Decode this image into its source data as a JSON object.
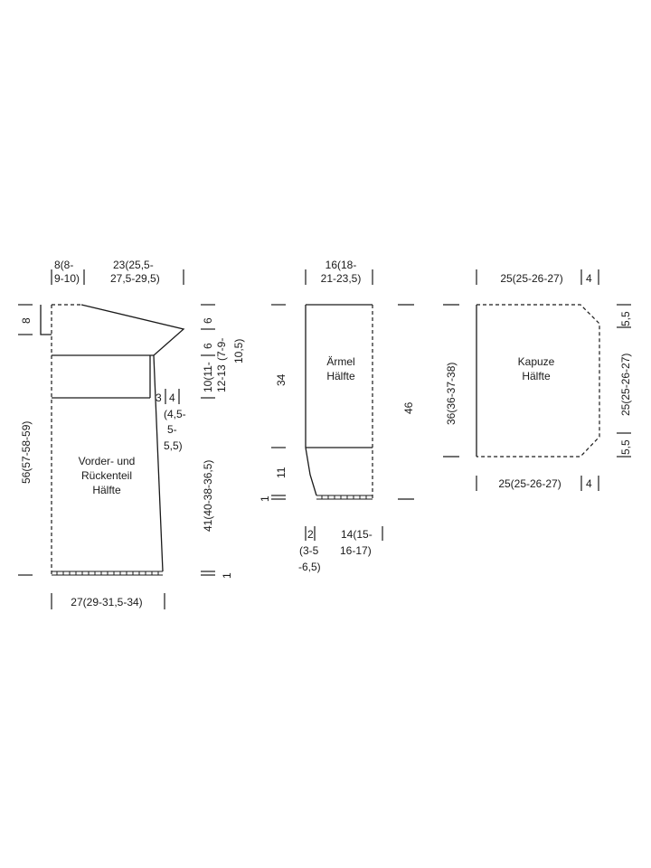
{
  "colors": {
    "line": "#1a1a1a",
    "background": "#ffffff"
  },
  "body_piece": {
    "label_line1": "Vorder- und",
    "label_line2": "Rückenteil",
    "label_line3": "Hälfte",
    "top_left_width_1": "8(8-",
    "top_left_width_2": "9-10)",
    "top_right_width_1": "23(25,5-",
    "top_right_width_2": "27,5-29,5)",
    "left_shoulder_depth": "8",
    "left_height": "56(57-58-59)",
    "right_6_top": "6",
    "right_6_mid": "6",
    "right_armhole_1": "10(11-",
    "right_armhole_2": "12-13",
    "right_armhole_3": "(7-9-",
    "right_armhole_4": "10,5)",
    "step_3": "3",
    "step_4": "4",
    "step_sub_1": "(4,5-",
    "step_sub_2": "5-",
    "step_sub_3": "5,5)",
    "right_lower": "41(40-38-36,5)",
    "rib_height": "1",
    "bottom_width": "27(29-31,5-34)"
  },
  "sleeve_piece": {
    "label_line1": "Ärmel",
    "label_line2": "Hälfte",
    "top_width_1": "16(18-",
    "top_width_2": "21-23,5)",
    "left_upper": "34",
    "left_lower": "11",
    "left_rib": "1",
    "right_height": "46",
    "bottom_small_1": "2",
    "bottom_small_2": "(3-5",
    "bottom_small_3": "-6,5)",
    "bottom_width_1": "14(15-",
    "bottom_width_2": "16-17)"
  },
  "hood_piece": {
    "label_line1": "Kapuze",
    "label_line2": "Hälfte",
    "top_width": "25(25-26-27)",
    "top_corner": "4",
    "left_height": "36(36-37-38)",
    "right_top": "5,5",
    "right_mid": "25(25-26-27)",
    "right_bottom": "5,5",
    "bottom_width": "25(25-26-27)",
    "bottom_corner": "4"
  }
}
